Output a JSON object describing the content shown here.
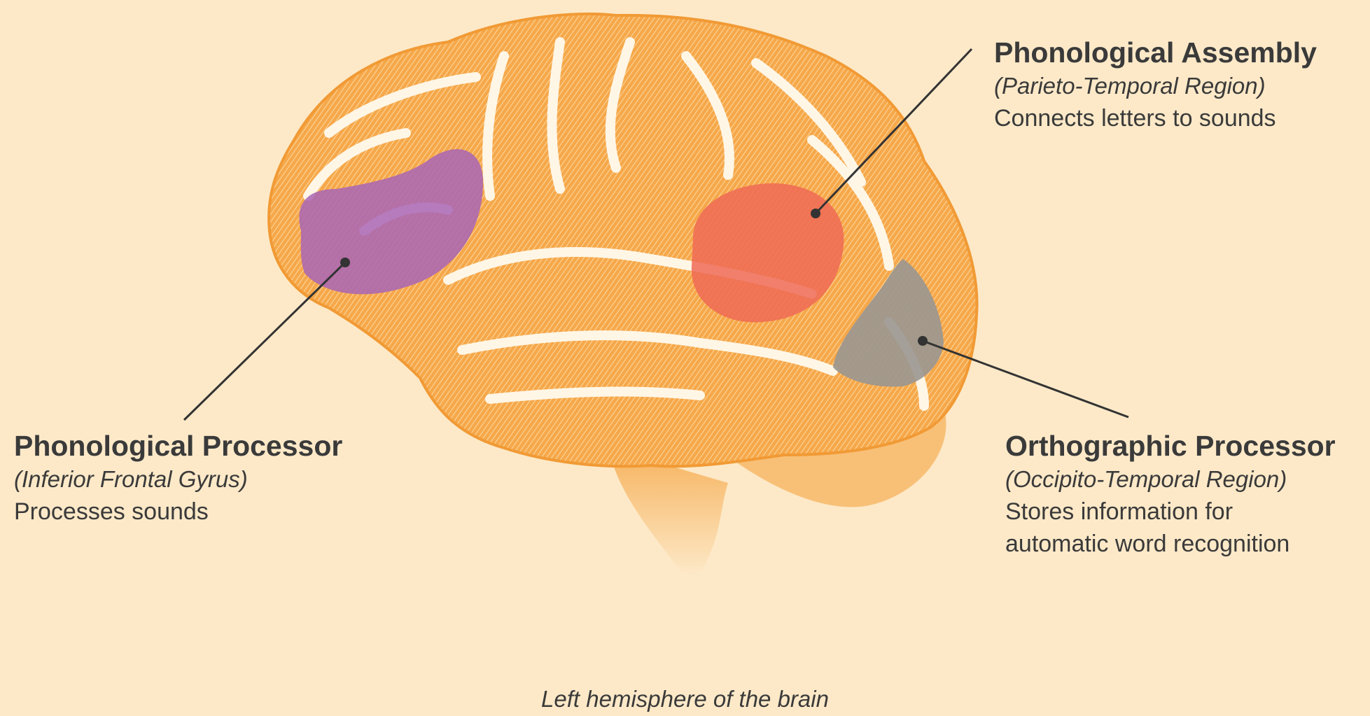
{
  "colors": {
    "background": "#fde9c8",
    "brain": "#f6a84a",
    "brain_light": "#fbd9a3",
    "sulcus": "#fff6e6",
    "phonological_processor": "#a865b5",
    "phonological_assembly": "#ef6a55",
    "orthographic_processor": "#9a9690",
    "leader_line": "#333333"
  },
  "regions": [
    {
      "id": "phonological-assembly",
      "title": "Phonological Assembly",
      "area": "(Parieto-Temporal Region)",
      "description_lines": [
        "Connects letters to sounds"
      ]
    },
    {
      "id": "phonological-processor",
      "title": "Phonological Processor",
      "area": "(Inferior Frontal Gyrus)",
      "description_lines": [
        "Processes sounds"
      ]
    },
    {
      "id": "orthographic-processor",
      "title": "Orthographic Processor",
      "area": "(Occipito-Temporal Region)",
      "description_lines": [
        "Stores information for",
        "automatic word recognition"
      ]
    }
  ],
  "caption": "Left hemisphere of the brain"
}
